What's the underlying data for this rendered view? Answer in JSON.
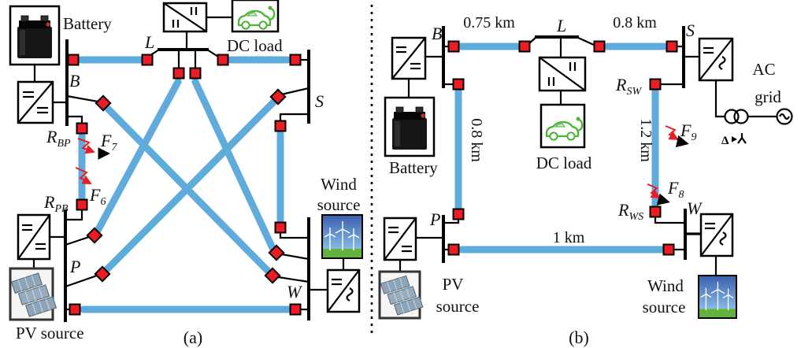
{
  "colors": {
    "cable_blue": "#5FACDC",
    "relay_red": "#EC1C24",
    "car_green": "#49B531",
    "grass_green": "#63B23D",
    "sky_blue": "#3C5FAE"
  },
  "panel_a": {
    "caption": "(a)",
    "battery_label": "Battery",
    "dc_load_label": "DC load",
    "pv_label": "PV source",
    "wind_label_line1": "Wind",
    "wind_label_line2": "source",
    "bus_B": "B",
    "bus_L": "L",
    "bus_S": "S",
    "bus_P": "P",
    "bus_W": "W",
    "relay_RBP": {
      "base": "R",
      "sub": "BP"
    },
    "relay_RPB": {
      "base": "R",
      "sub": "PB"
    },
    "fault_F7": {
      "base": "F",
      "sub": "7"
    },
    "fault_F6": {
      "base": "F",
      "sub": "6"
    }
  },
  "panel_b": {
    "caption": "(b)",
    "battery_label": "Battery",
    "dc_load_label": "DC load",
    "pv_label_line1": "PV",
    "pv_label_line2": "source",
    "wind_label_line1": "Wind",
    "wind_label_line2": "source",
    "ac_grid_line1": "AC",
    "ac_grid_line2": "grid",
    "transformer_delta": "Δ",
    "bus_B": "B",
    "bus_L": "L",
    "bus_S": "S",
    "bus_P": "P",
    "bus_W": "W",
    "length_BL": "0.75 km",
    "length_LS": "0.8 km",
    "length_BP": "0.8 km",
    "length_SW": "1.2 km",
    "length_PW": "1 km",
    "relay_RSW": {
      "base": "R",
      "sub": "SW"
    },
    "relay_RWS": {
      "base": "R",
      "sub": "WS"
    },
    "fault_F9": {
      "base": "F",
      "sub": "9"
    },
    "fault_F8": {
      "base": "F",
      "sub": "8"
    }
  }
}
